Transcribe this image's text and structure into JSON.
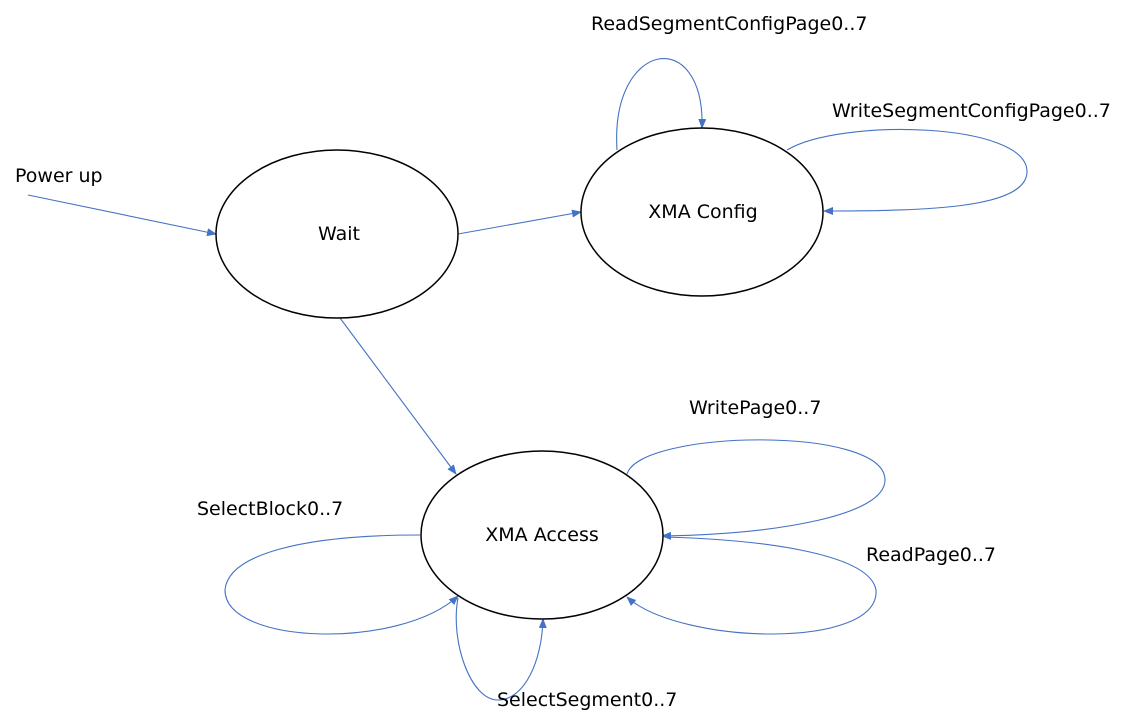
{
  "colors": {
    "edge": "#4472C4",
    "state_stroke": "#000000",
    "background": "#ffffff"
  },
  "states": {
    "wait": {
      "label": "Wait"
    },
    "xma_config": {
      "label": "XMA Config"
    },
    "xma_access": {
      "label": "XMA Access"
    }
  },
  "transitions": {
    "power_up": {
      "label": "Power up"
    },
    "wait_to_config": {
      "label": ""
    },
    "wait_to_access": {
      "label": ""
    },
    "read_segment_config": {
      "label": "ReadSegmentConfigPage0..7"
    },
    "write_segment_config": {
      "label": "WriteSegmentConfigPage0..7"
    },
    "write_page": {
      "label": "WritePage0..7"
    },
    "read_page": {
      "label": "ReadPage0..7"
    },
    "select_block": {
      "label": "SelectBlock0..7"
    },
    "select_segment": {
      "label": "SelectSegment0..7"
    }
  }
}
